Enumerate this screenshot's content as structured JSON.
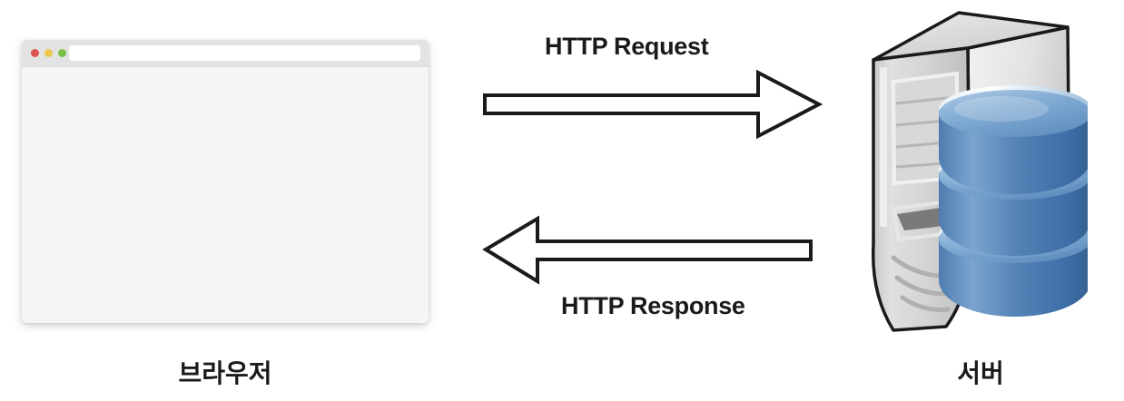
{
  "diagram": {
    "title_not_shown": "",
    "background_color": "#ffffff",
    "nodes": [
      {
        "id": "browser",
        "caption": "브라우저",
        "kind": "browser-window",
        "traffic_lights": [
          "red",
          "yellow",
          "green"
        ],
        "url_value": "",
        "url_placeholder": ""
      },
      {
        "id": "server",
        "caption": "서버",
        "kind": "server-tower-with-database"
      }
    ],
    "edges": [
      {
        "id": "http-request",
        "label": "HTTP Request",
        "from": "browser",
        "to": "server",
        "direction": "right",
        "style": "outlined-block-arrow",
        "stroke_color": "#1a1a1a",
        "fill_color": "#ffffff"
      },
      {
        "id": "http-response",
        "label": "HTTP Response",
        "from": "server",
        "to": "browser",
        "direction": "left",
        "style": "outlined-block-arrow",
        "stroke_color": "#1a1a1a",
        "fill_color": "#ffffff"
      }
    ]
  },
  "browser": {
    "caption": "브라우저",
    "url_value": "",
    "url_placeholder": "",
    "traffic_light_colors": {
      "close": "#d9534f",
      "minimize": "#ecc94b",
      "maximize": "#76c043"
    },
    "chrome_color": "#e3e3e3",
    "content_color": "#f5f5f5"
  },
  "server": {
    "caption": "서버",
    "tower_color": "#d2d2d2",
    "database_color_light": "#7ba4cf",
    "database_color_dark": "#3a6ba5",
    "database_disk_count": 3
  },
  "labels": {
    "request": "HTTP Request",
    "response": "HTTP Response"
  }
}
